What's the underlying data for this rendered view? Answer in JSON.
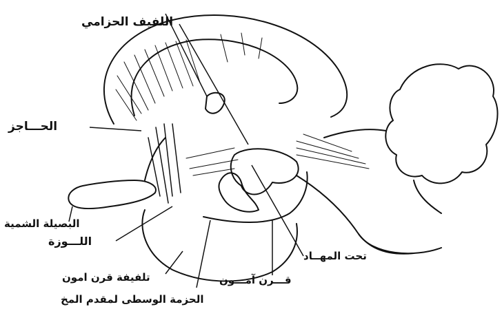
{
  "diagram": {
    "labels": {
      "cingulate_gyrus": "اللفيف الحزامي",
      "septum": "الحـــاجز",
      "olfactory_bulb": "البصيلة الشمية",
      "amygdala": "اللـــوزة",
      "hypothalamus": "تحت المهــاد",
      "hippocampal_gyrus": "تلفيفة قرن امون",
      "hippocampus": "قـــرن آمـــون",
      "medial_forebrain_bundle": "الحزمة الوسطى لمقدم المخ"
    }
  }
}
